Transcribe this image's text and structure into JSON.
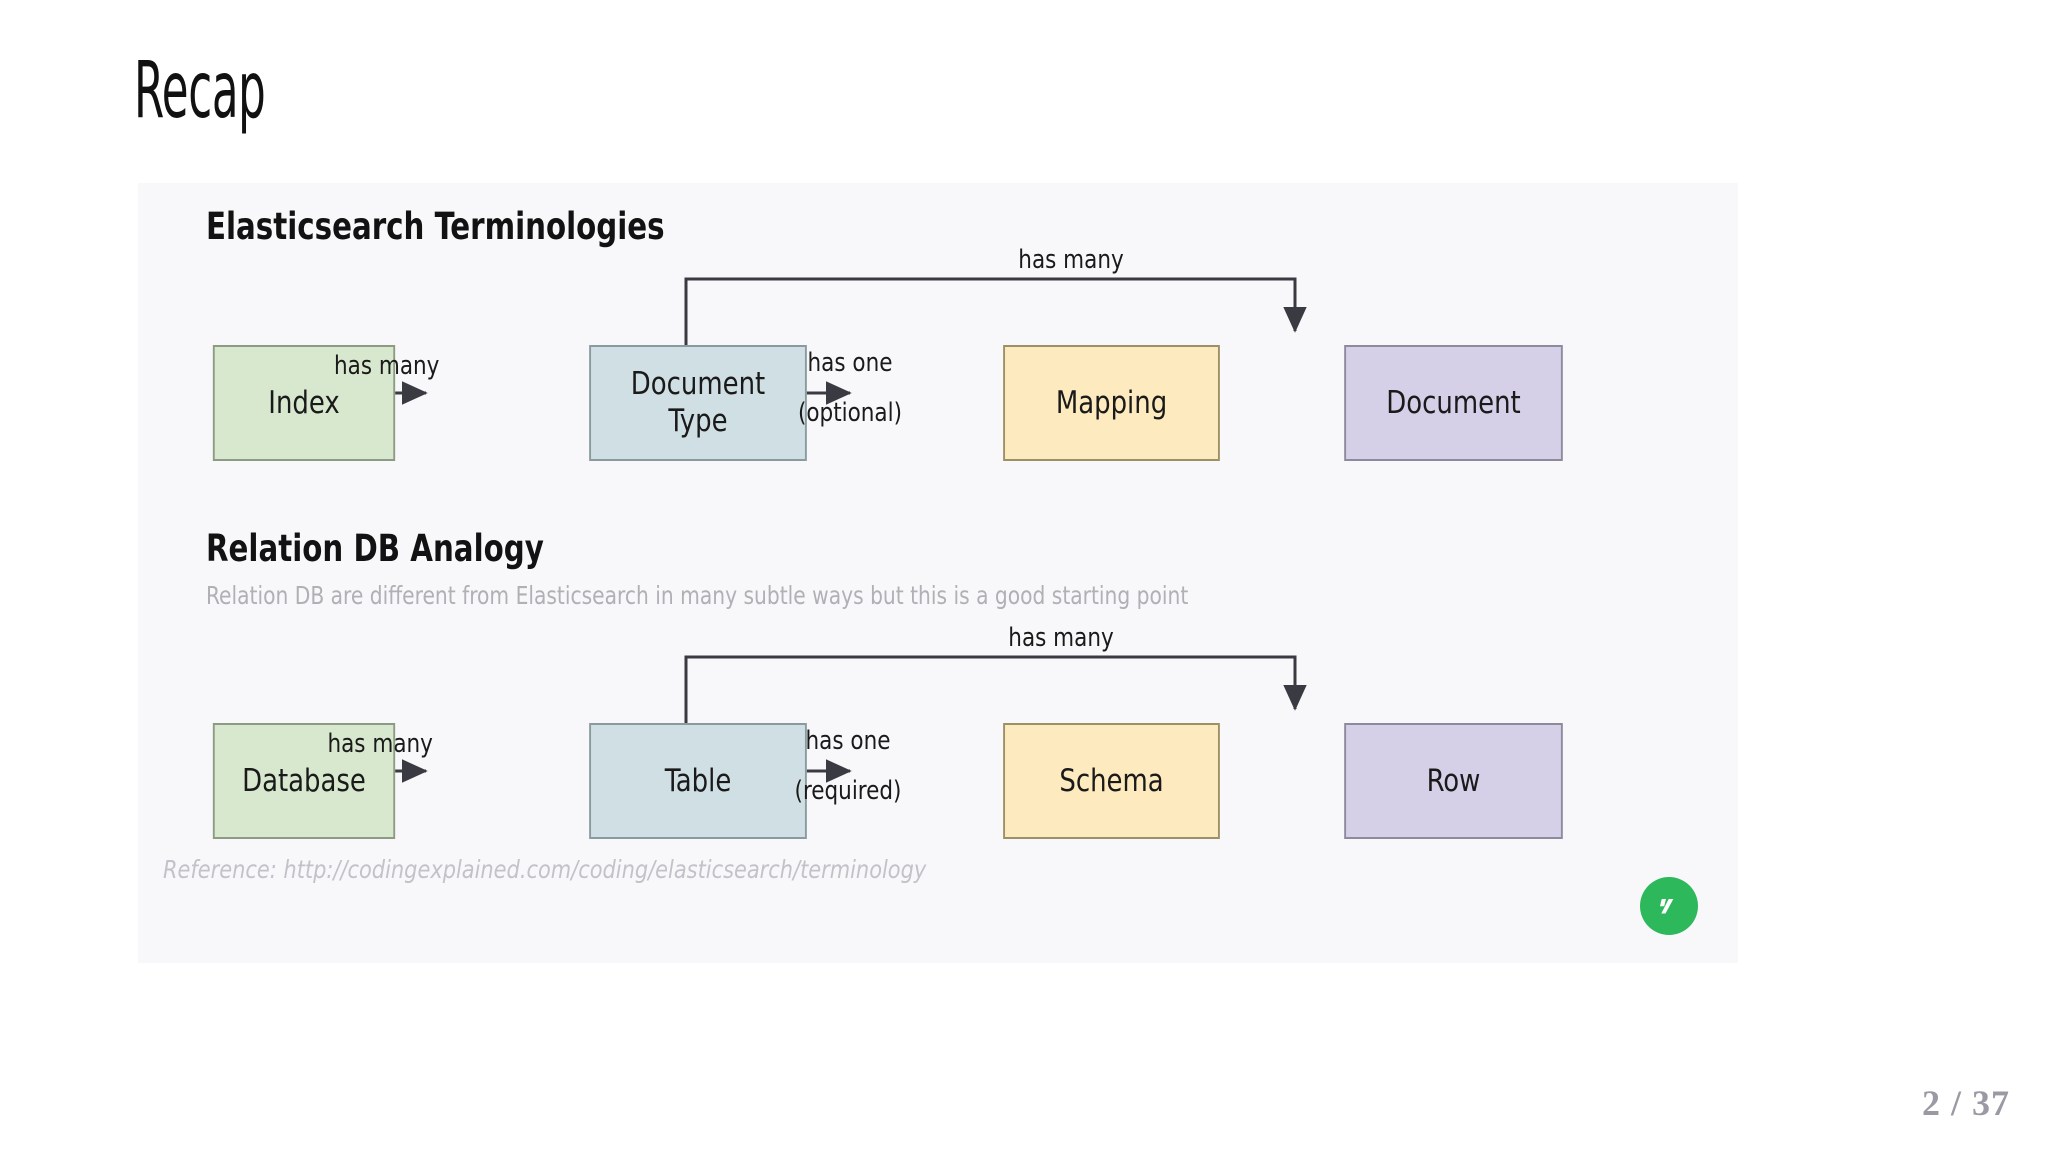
{
  "slide": {
    "title": "Recap",
    "page_indicator": "2 / 37"
  },
  "diagram": {
    "sections": [
      {
        "heading": "Elasticsearch Terminologies",
        "subtitle": "",
        "nodes": [
          {
            "id": "index",
            "label": "Index",
            "color_name": "green",
            "color": "#d8e8ce"
          },
          {
            "id": "doctype",
            "label": "Document\nType",
            "color_name": "blue",
            "color": "#cfdfe4"
          },
          {
            "id": "mapping",
            "label": "Mapping",
            "color_name": "yellow",
            "color": "#fdeabe"
          },
          {
            "id": "document",
            "label": "Document",
            "color_name": "purple",
            "color": "#d5d0e8"
          }
        ],
        "edges": [
          {
            "from": "index",
            "to": "doctype",
            "label_primary": "has many",
            "label_secondary": ""
          },
          {
            "from": "doctype",
            "to": "mapping",
            "label_primary": "has one",
            "label_secondary": "(optional)"
          },
          {
            "from": "doctype",
            "to": "document",
            "label_primary": "has many",
            "label_secondary": ""
          }
        ]
      },
      {
        "heading": "Relation DB Analogy",
        "subtitle": "Relation DB are different from Elasticsearch in many subtle ways but this is a good starting point",
        "nodes": [
          {
            "id": "database",
            "label": "Database",
            "color_name": "green",
            "color": "#d8e8ce"
          },
          {
            "id": "table",
            "label": "Table",
            "color_name": "blue",
            "color": "#cfdfe4"
          },
          {
            "id": "schema",
            "label": "Schema",
            "color_name": "yellow",
            "color": "#fdeabe"
          },
          {
            "id": "row",
            "label": "Row",
            "color_name": "purple",
            "color": "#d5d0e8"
          }
        ],
        "edges": [
          {
            "from": "database",
            "to": "table",
            "label_primary": "has many",
            "label_secondary": ""
          },
          {
            "from": "table",
            "to": "schema",
            "label_primary": "has one",
            "label_secondary": "(required)"
          },
          {
            "from": "table",
            "to": "row",
            "label_primary": "has many",
            "label_secondary": ""
          }
        ]
      }
    ],
    "reference": "Reference: http://codingexplained.com/coding/elasticsearch/terminology",
    "logo": {
      "name": "welcome-to-the-jungle-logo",
      "color": "#2eb85c"
    }
  }
}
